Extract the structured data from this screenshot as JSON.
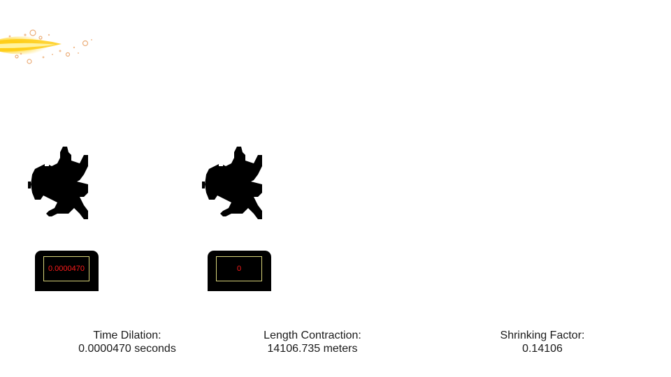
{
  "scene": {
    "flare_icon": "light-flare-icon",
    "runner_icon": "running-figure-icon"
  },
  "clocks": [
    {
      "display": "0.0000470"
    },
    {
      "display": "0"
    }
  ],
  "stats": {
    "time_dilation": {
      "label": "Time Dilation:",
      "value": "0.0000470 seconds"
    },
    "length_contraction": {
      "label": "Length Contraction:",
      "value": "14106.735 meters"
    },
    "shrinking_factor": {
      "label": "Shrinking Factor:",
      "value": "0.14106"
    }
  },
  "colors": {
    "clock_body": "#000000",
    "clock_digits": "#ff1a1a",
    "clock_border": "#d8d47a",
    "flare_core": "#ffd21a"
  }
}
